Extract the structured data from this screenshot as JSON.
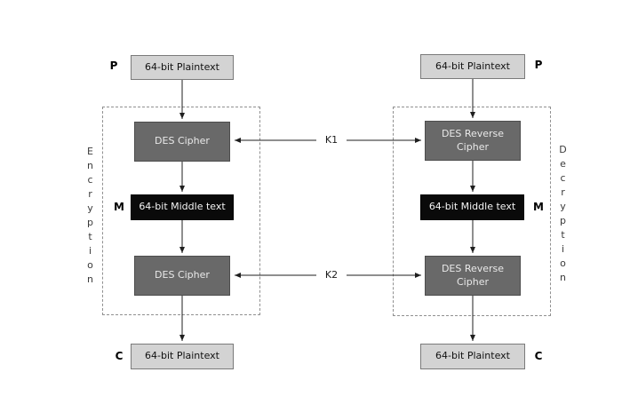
{
  "encryption": {
    "side_label": "Encryption",
    "input_label": "P",
    "input_box": "64-bit Plaintext",
    "cipher_top": "DES Cipher",
    "middle_label": "M",
    "middle_box": "64-bit Middle text",
    "cipher_bottom": "DES Cipher",
    "output_label": "C",
    "output_box": "64-bit Plaintext"
  },
  "decryption": {
    "side_label": "Decryption",
    "input_label": "P",
    "input_box": "64-bit Plaintext",
    "cipher_top": "DES Reverse Cipher",
    "middle_label": "M",
    "middle_box": "64-bit Middle text",
    "cipher_bottom": "DES Reverse Cipher",
    "output_label": "C",
    "output_box": "64-bit Plaintext"
  },
  "keys": {
    "k1_label": "K1",
    "k2_label": "K2"
  },
  "colors": {
    "background": "#ffffff",
    "light_box_fill": "#d3d3d3",
    "light_box_border": "#7a7a7a",
    "dark_box_fill": "#696969",
    "black_box_fill": "#0a0a0a",
    "dashed_frame": "#909090",
    "arrow": "#1f1f1f",
    "text_dark": "#111111",
    "text_light": "#f5f5f5"
  }
}
